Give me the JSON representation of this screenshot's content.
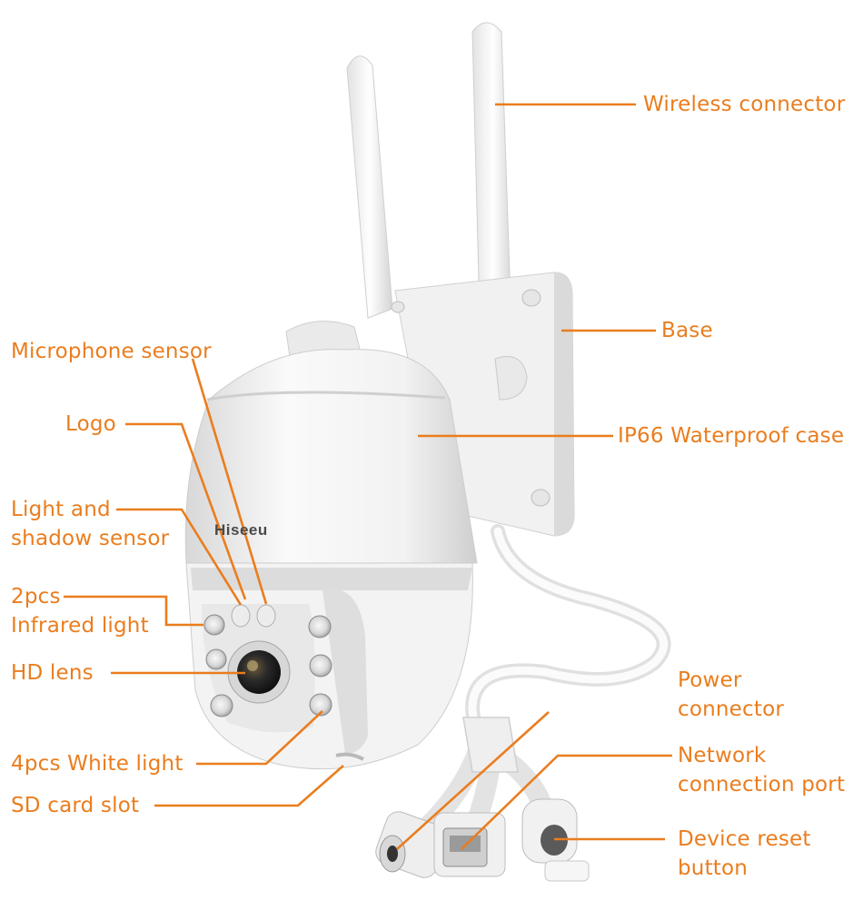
{
  "colors": {
    "accent": "#ea7d1e",
    "device": "#f4f4f4",
    "shade": "#c9c9c9",
    "lens": "#2a2a2a"
  },
  "brand": "Hiseeu",
  "labels": {
    "wireless": "Wireless connector",
    "base": "Base",
    "microphone": "Microphone sensor",
    "logo": "Logo",
    "ip66": "IP66 Waterproof case",
    "light_shadow": "Light and\nshadow sensor",
    "infrared": "2pcs\nInfrared light",
    "hd_lens": "HD lens",
    "power": "Power\nconnector",
    "network": "Network\nconnection port",
    "white_light": "4pcs White light",
    "sd_card": "SD card slot",
    "reset": "Device reset\nbutton"
  }
}
